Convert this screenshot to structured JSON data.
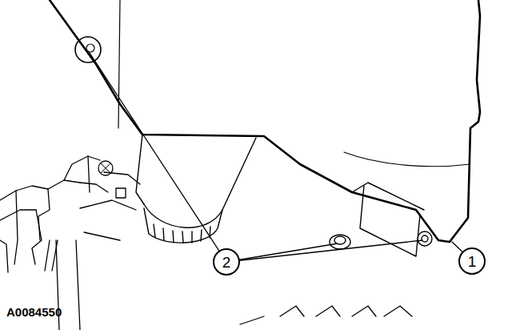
{
  "diagram": {
    "nodes": [
      {
        "text": [
          "2"
        ]
      },
      {
        "text": [
          "1"
        ]
      }
    ],
    "labels": [
      "A0084550"
    ]
  }
}
